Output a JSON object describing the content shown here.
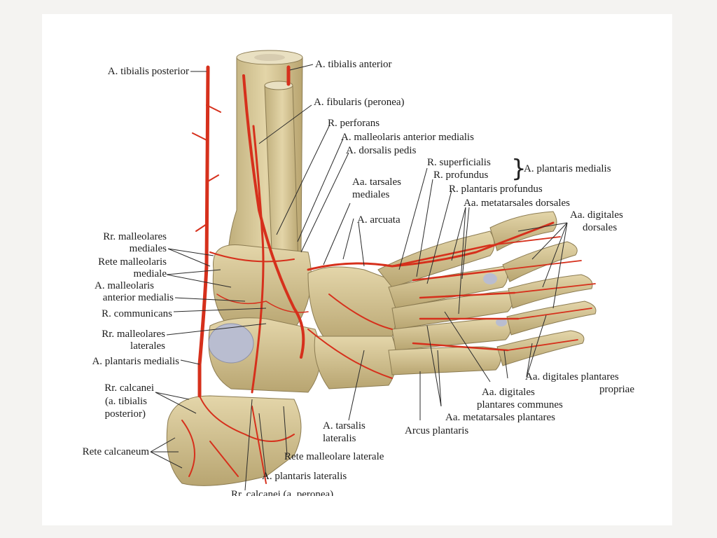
{
  "labels": {
    "tibialis_posterior": "A. tibialis posterior",
    "tibialis_anterior": "A. tibialis anterior",
    "fibularis": "A. fibularis (peronea)",
    "perforans": "R. perforans",
    "malleolaris_ant_med": "A. malleolaris anterior medialis",
    "dorsalis_pedis": "A. dorsalis pedis",
    "superficialis": "R. superficialis",
    "profundus": "R. profundus",
    "plantaris_medialis_top": "A. plantaris medialis",
    "plantaris_profundus": "R. plantaris profundus",
    "tarsales_mediales_1": "Aa. tarsales",
    "tarsales_mediales_2": "mediales",
    "metatarsales_dorsales": "Aa. metatarsales dorsales",
    "digitales_dorsales_1": "Aa. digitales",
    "digitales_dorsales_2": "dorsales",
    "arcuata": "A. arcuata",
    "rr_malleolares_mediales_1": "Rr. malleolares",
    "rr_malleolares_mediales_2": "mediales",
    "rete_malleolaris_mediale_1": "Rete malleolaris",
    "rete_malleolaris_mediale_2": "mediale",
    "malleolaris_ant_med_left_1": "A. malleolaris",
    "malleolaris_ant_med_left_2": "anterior medialis",
    "communicans": "R. communicans",
    "rr_malleolares_laterales_1": "Rr. malleolares",
    "rr_malleolares_laterales_2": "laterales",
    "plantaris_medialis_left": "A. plantaris medialis",
    "rr_calcanei_1": "Rr. calcanei",
    "rr_calcanei_2": "(a. tibialis",
    "rr_calcanei_3": "posterior)",
    "rete_calcaneum": "Rete calcaneum",
    "digitales_plantares_propriae_1": "Aa. digitales plantares",
    "digitales_plantares_propriae_2": "propriae",
    "digitales_plantares_communes_1": "Aa. digitales",
    "digitales_plantares_communes_2": "plantares communes",
    "metatarsales_plantares": "Aa. metatarsales plantares",
    "tarsalis_lateralis_1": "A. tarsalis",
    "tarsalis_lateralis_2": "lateralis",
    "arcus_plantaris": "Arcus plantaris",
    "rete_malleolare_laterale": "Rete malleolare laterale",
    "plantaris_lateralis": "A. plantaris lateralis",
    "cut_caption": "Rr. calcanei (a. peronea)"
  },
  "colors": {
    "bone": "#d8c89a",
    "bone_shade": "#b7a673",
    "artery": "#d6301c",
    "cartilage": "#b9bdd0"
  }
}
